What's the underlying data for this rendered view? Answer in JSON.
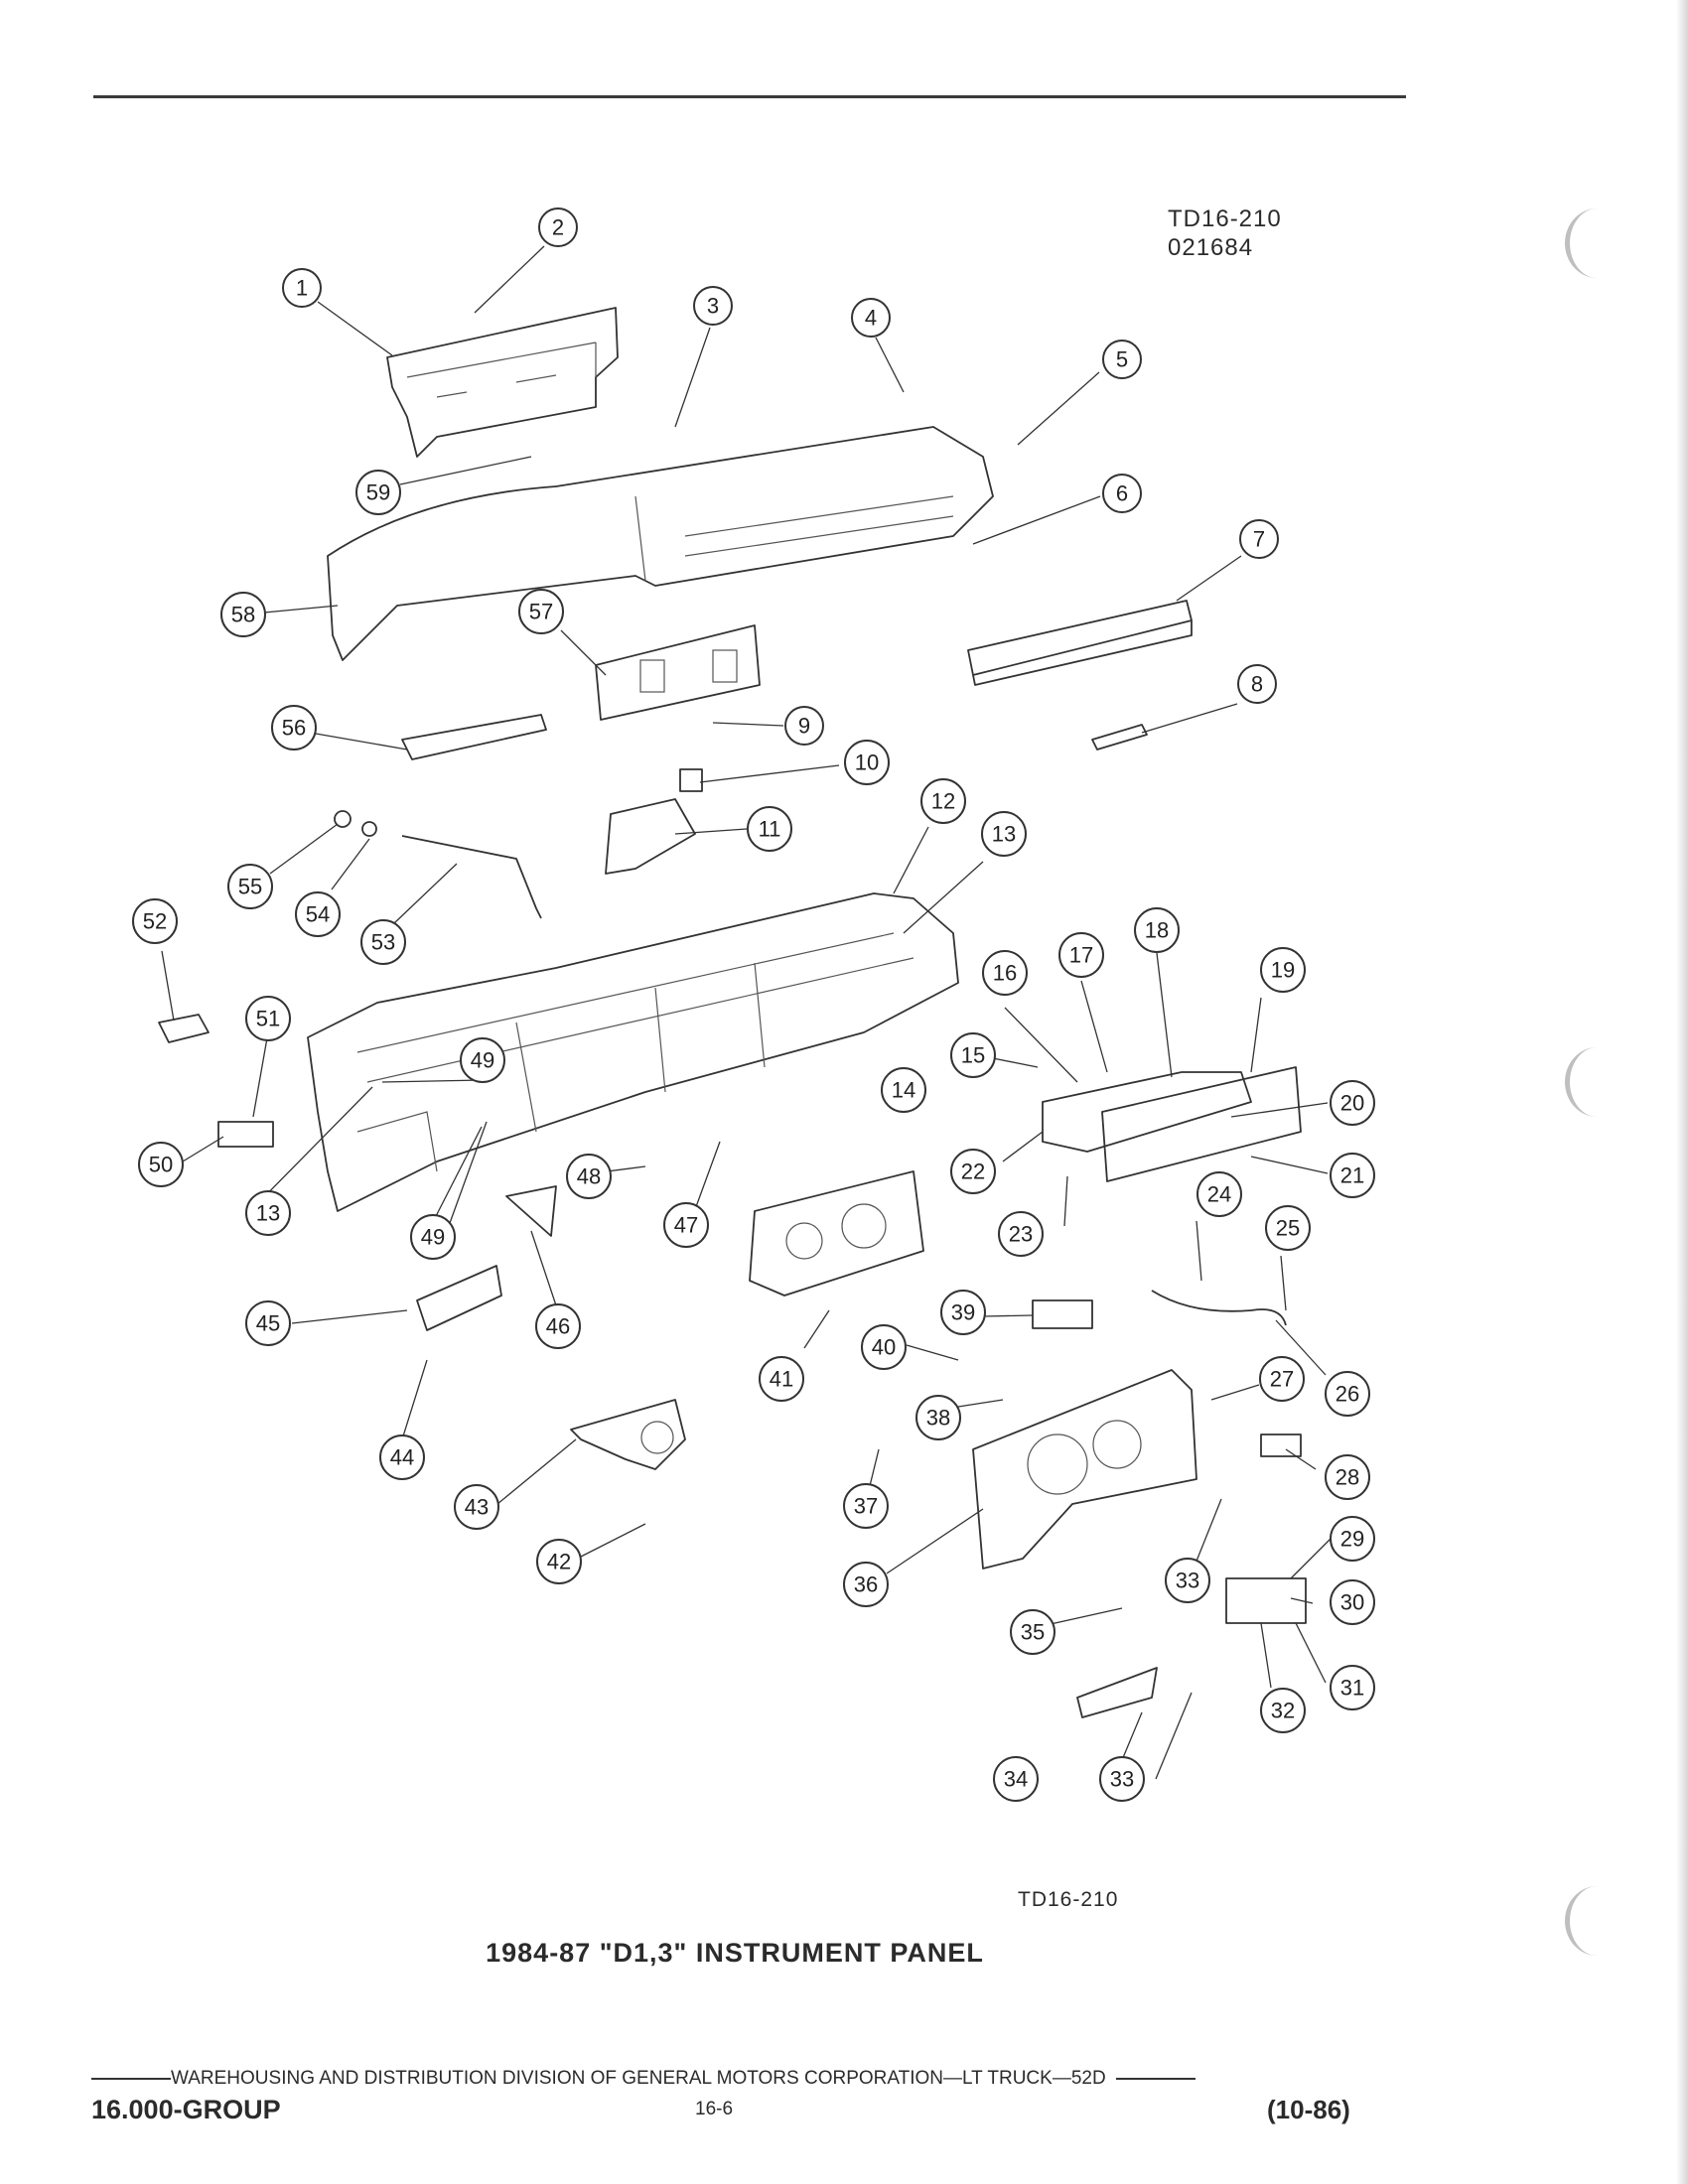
{
  "diagram_code": "TD16-210",
  "diagram_date": "021684",
  "bottom_code": "TD16-210",
  "title": "1984-87 \"D1,3\" INSTRUMENT PANEL",
  "footer": {
    "division_line": "WAREHOUSING AND DISTRIBUTION  DIVISION OF GENERAL MOTORS CORPORATION—LT TRUCK—52D",
    "group": "16.000-GROUP",
    "page": "16-6",
    "revision": "(10-86)"
  },
  "callouts": [
    "1",
    "2",
    "3",
    "4",
    "5",
    "6",
    "7",
    "8",
    "9",
    "10",
    "11",
    "12",
    "13",
    "13",
    "14",
    "15",
    "16",
    "17",
    "18",
    "19",
    "20",
    "21",
    "22",
    "23",
    "24",
    "25",
    "26",
    "27",
    "28",
    "29",
    "30",
    "31",
    "32",
    "33",
    "33",
    "34",
    "35",
    "36",
    "37",
    "38",
    "39",
    "40",
    "41",
    "42",
    "43",
    "44",
    "45",
    "46",
    "47",
    "48",
    "49",
    "49",
    "50",
    "51",
    "52",
    "53",
    "54",
    "55",
    "56",
    "57",
    "58",
    "59"
  ]
}
